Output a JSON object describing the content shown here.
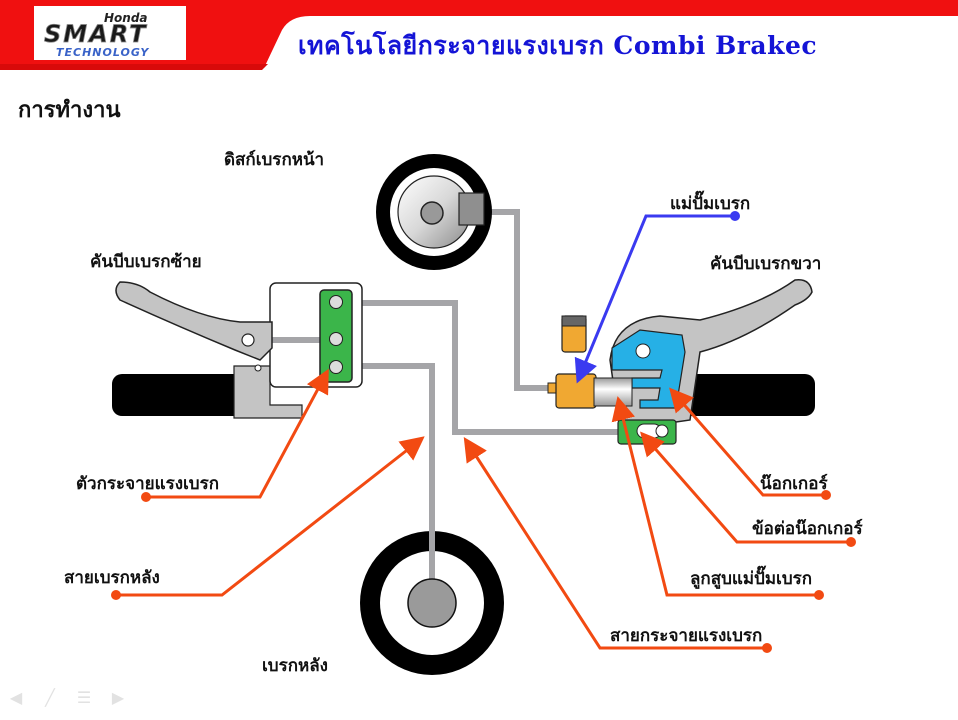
{
  "header": {
    "logo": {
      "brand": "Honda",
      "line1": "SMART",
      "line2": "TECHNOLOGY"
    },
    "title": "เทคโนโลยีกระจายแรงเบรก  Combi Brakec"
  },
  "section_title": "การทำงาน",
  "labels": {
    "front_disc": "ดิสก์เบรกหน้า",
    "left_lever": "คันบีบเบรกซ้าย",
    "master_cylinder": "แม่ปั๊มเบรก",
    "right_lever": "คันบีบเบรกขวา",
    "distributor": "ตัวกระจายแรงเบรก",
    "rear_cable": "สายเบรกหลัง",
    "rear_brake": "เบรกหลัง",
    "knocker": "น๊อกเกอร์",
    "knocker_joint": "ข้อต่อน๊อกเกอร์",
    "master_piston": "ลูกสูบแม่ปั๊มเบรก",
    "distribution_cable": "สายกระจายแรงเบรก"
  },
  "colors": {
    "header_red": "#f01010",
    "title_blue": "#1414d6",
    "callout_orange": "#f24a12",
    "callout_blue": "#3a3af0",
    "cable_gray": "#a5a5a8",
    "lever_gray": "#c4c4c4",
    "distributor_green": "#3bb54a",
    "master_orange": "#f0a832",
    "knocker_blue": "#26b0e6"
  },
  "nav": {
    "prev_icon": "◀",
    "pen_icon": "╱",
    "menu_icon": "☰",
    "next_icon": "▶"
  }
}
